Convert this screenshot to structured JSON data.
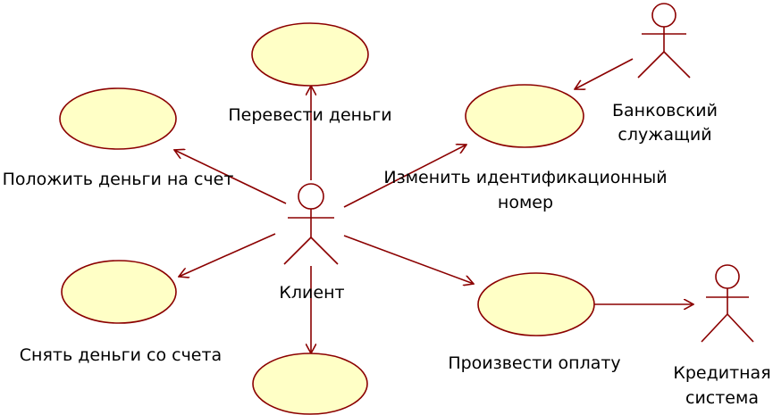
{
  "diagram": {
    "type": "use-case",
    "actors": [
      {
        "id": "client",
        "label_lines": [
          "Клиент"
        ]
      },
      {
        "id": "bank-clerk",
        "label_lines": [
          "Банковский",
          "служащий"
        ]
      },
      {
        "id": "credit-system",
        "label_lines": [
          "Кредитная",
          "система"
        ]
      }
    ],
    "use_cases": [
      {
        "id": "transfer-money",
        "label_lines": [
          "Перевести деньги"
        ]
      },
      {
        "id": "deposit",
        "label_lines": [
          "Положить деньги на счет"
        ]
      },
      {
        "id": "change-pin",
        "label_lines": [
          "Изменить идентификационный",
          "номер"
        ]
      },
      {
        "id": "withdraw",
        "label_lines": [
          "Снять деньги со счета"
        ]
      },
      {
        "id": "make-payment",
        "label_lines": [
          "Произвести оплату"
        ]
      },
      {
        "id": "bottom-use-case",
        "label_lines": []
      }
    ],
    "associations": [
      {
        "from": "client",
        "to": "transfer-money",
        "arrow": true
      },
      {
        "from": "client",
        "to": "deposit",
        "arrow": true
      },
      {
        "from": "client",
        "to": "change-pin",
        "arrow": true
      },
      {
        "from": "client",
        "to": "withdraw",
        "arrow": true
      },
      {
        "from": "client",
        "to": "make-payment",
        "arrow": true
      },
      {
        "from": "client",
        "to": "bottom-use-case",
        "arrow": true
      },
      {
        "from": "bank-clerk",
        "to": "change-pin",
        "arrow": true
      },
      {
        "from": "make-payment",
        "to": "credit-system",
        "arrow": true
      }
    ],
    "colors": {
      "line": "#8b0000",
      "use_case_fill": "#ffffc6",
      "text": "#000000"
    }
  }
}
